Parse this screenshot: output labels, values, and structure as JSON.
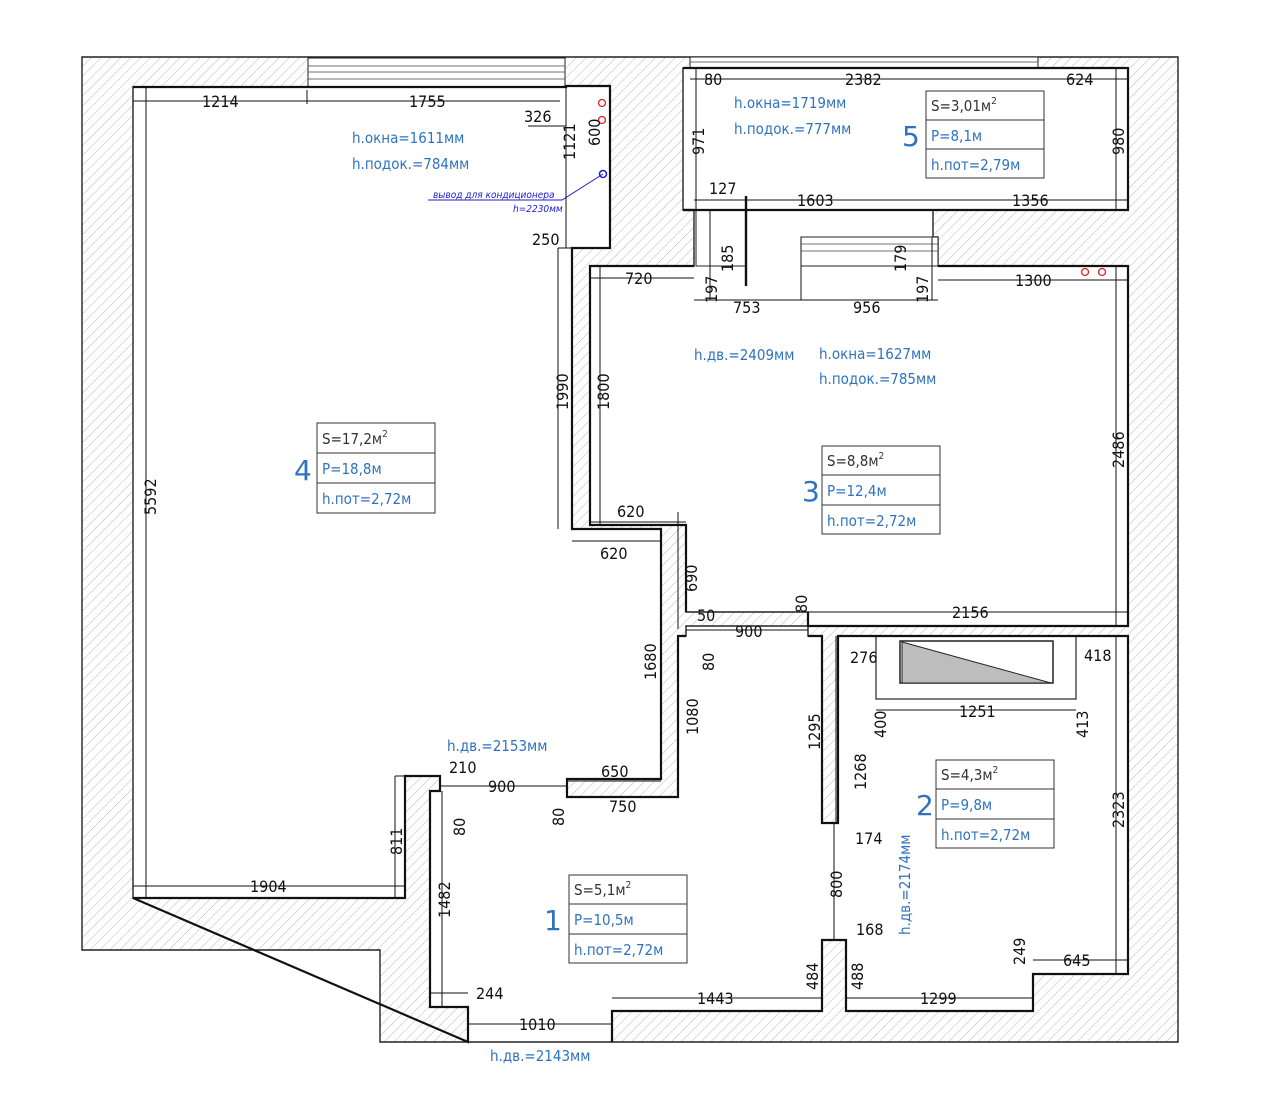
{
  "rooms": [
    {
      "number": "1",
      "area": "S=5,1м",
      "perimeter": "P=10,5м",
      "height": "h.пот=2,72м"
    },
    {
      "number": "2",
      "area": "S=4,3м",
      "perimeter": "P=9,8м",
      "height": "h.пот=2,72м"
    },
    {
      "number": "3",
      "area": "S=8,8м",
      "perimeter": "P=12,4м",
      "height": "h.пот=2,72м"
    },
    {
      "number": "4",
      "area": "S=17,2м",
      "perimeter": "P=18,8м",
      "height": "h.пот=2,72м"
    },
    {
      "number": "5",
      "area": "S=3,01м",
      "perimeter": "P=8,1м",
      "height": "h.пот=2,79м"
    }
  ],
  "superscript": "2",
  "notes": {
    "room4_window": "h.окна=1611мм",
    "room4_sill": "h.подок.=784мм",
    "ac_outlet": "вывод для кондиционера",
    "ac_height": "h=2230мм",
    "room5_window": "h.окна=1719мм",
    "room5_sill": "h.подок.=777мм",
    "room3_door": "h.дв.=2409мм",
    "room3_window": "h.окна=1627мм",
    "room3_sill": "h.подок.=785мм",
    "room4_door": "h.дв.=2153мм",
    "room2_door": "h.дв.=2174мм",
    "entry_door": "h.дв.=2143мм"
  },
  "dimensions": {
    "d1214": "1214",
    "d1755": "1755",
    "d326": "326",
    "d1121": "1121",
    "d600": "600",
    "d250": "250",
    "d5592": "5592",
    "d1990": "1990",
    "d1800": "1800",
    "d720": "720",
    "d197a": "197",
    "d185": "185",
    "d753": "753",
    "d956": "956",
    "d179": "179",
    "d197b": "197",
    "d1300": "1300",
    "d80a": "80",
    "d2382": "2382",
    "d624": "624",
    "d971": "971",
    "d980": "980",
    "d127": "127",
    "d1603": "1603",
    "d1356": "1356",
    "d2486": "2486",
    "d620a": "620",
    "d620b": "620",
    "d690": "690",
    "d50": "50",
    "d900a": "900",
    "d80b": "80",
    "d80c": "80",
    "d2156": "2156",
    "d1680": "1680",
    "d1080": "1080",
    "d1295": "1295",
    "d276": "276",
    "d418": "418",
    "d400": "400",
    "d1251": "1251",
    "d413": "413",
    "d1268": "1268",
    "d2323": "2323",
    "d174": "174",
    "d650": "650",
    "d750": "750",
    "d80d": "80",
    "d210": "210",
    "d900b": "900",
    "d80e": "80",
    "d811": "811",
    "d1904": "1904",
    "d1482": "1482",
    "d244": "244",
    "d1010": "1010",
    "d800": "800",
    "d168": "168",
    "d484": "484",
    "d488": "488",
    "d1443": "1443",
    "d1299": "1299",
    "d249": "249",
    "d645": "645"
  }
}
